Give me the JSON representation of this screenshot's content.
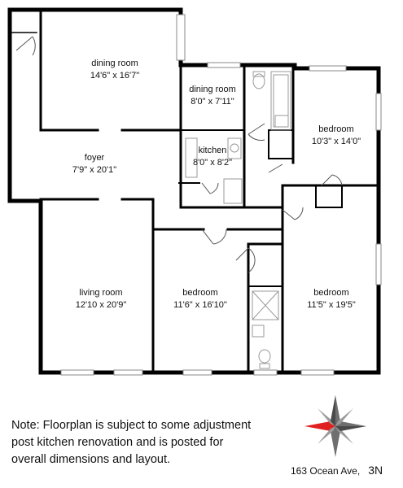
{
  "rooms": [
    {
      "id": "dining-room-1",
      "name": "dining room",
      "size": "14'6\" x 16'7\""
    },
    {
      "id": "dining-room-2",
      "name": "dining room",
      "size": "8'0\" x 7'11\""
    },
    {
      "id": "kitchen",
      "name": "kitchen",
      "size": "8'0\" x 8'2\""
    },
    {
      "id": "foyer",
      "name": "foyer",
      "size": "7'9\" x 20'1\""
    },
    {
      "id": "bedroom-1",
      "name": "bedroom",
      "size": "10'3\" x 14'0\""
    },
    {
      "id": "living-room",
      "name": "living room",
      "size": "12'10 x 20'9\""
    },
    {
      "id": "bedroom-2",
      "name": "bedroom",
      "size": "11'6\" x 16'10\""
    },
    {
      "id": "bedroom-3",
      "name": "bedroom",
      "size": "11'5\" x 19'5\""
    }
  ],
  "note": "Note: Floorplan is subject to some adjustment post kitchen renovation and is posted for overall dimensions and layout.",
  "address": "163 Ocean Ave,",
  "unit": "3N",
  "colors": {
    "wall": "#000000",
    "fixture": "#b0b0b0",
    "compass_red": "#e02020",
    "compass_gray": "#6f6f6f"
  }
}
